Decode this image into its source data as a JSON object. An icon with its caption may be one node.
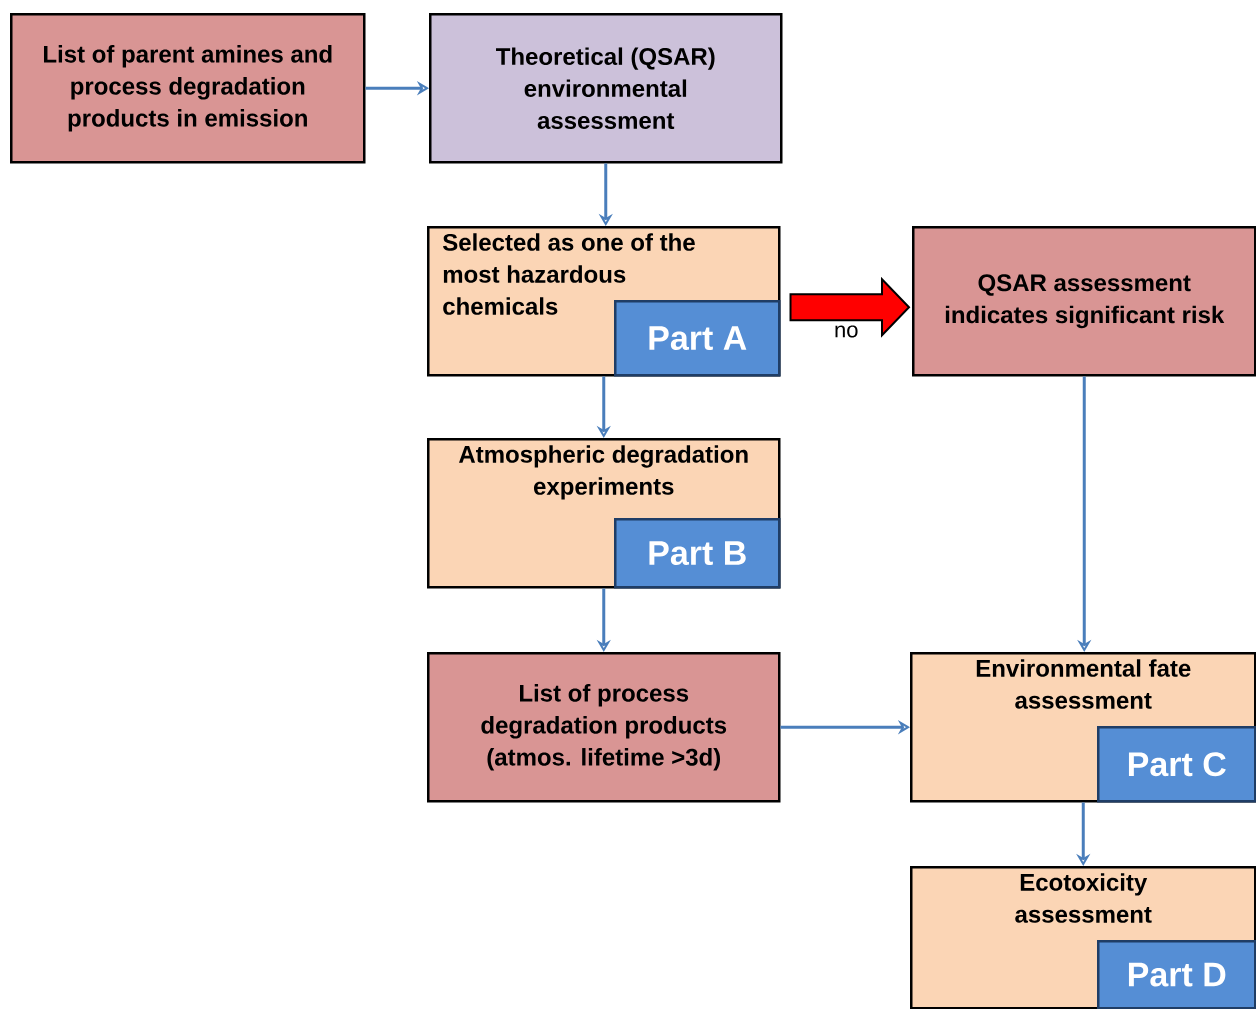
{
  "diagram": {
    "nodes": [
      {
        "text": [
          "List of parent amines and process degradation products in emission"
        ]
      },
      {
        "text": [
          "Theoretical (QSAR) environmental assessment"
        ]
      },
      {
        "text": [
          "Selected as one of the most hazardous chemicals"
        ]
      },
      {
        "text": [
          "Part A"
        ],
        "in": 2
      },
      {
        "text": [
          "QSAR assessment indicates significant risk"
        ]
      },
      {
        "text": [
          "Atmospheric degradation experiments"
        ]
      },
      {
        "text": [
          "Part B"
        ],
        "in": 5
      },
      {
        "text": [
          "List of process degradation products (atmos. lifetime >3d)"
        ]
      },
      {
        "text": [
          "Environmental fate assessment"
        ]
      },
      {
        "text": [
          "Part C"
        ],
        "in": 8
      },
      {
        "text": [
          "Ecotoxicity assessment"
        ]
      },
      {
        "text": [
          "Part D"
        ],
        "in": 10
      }
    ],
    "edges": [
      {
        "from": 0,
        "to": 1,
        "arrow": "to"
      },
      {
        "from": 1,
        "to": 2,
        "arrow": "to"
      },
      {
        "from": 2,
        "to": 4,
        "arrow": "to",
        "label": "no",
        "style": "thick",
        "color": "#ff0000"
      },
      {
        "from": 2,
        "to": 5,
        "arrow": "to"
      },
      {
        "from": 5,
        "to": 7,
        "arrow": "to"
      },
      {
        "from": 4,
        "to": 8,
        "arrow": "to"
      },
      {
        "from": 7,
        "to": 8,
        "arrow": "to"
      },
      {
        "from": 8,
        "to": 10,
        "arrow": "to"
      }
    ]
  }
}
